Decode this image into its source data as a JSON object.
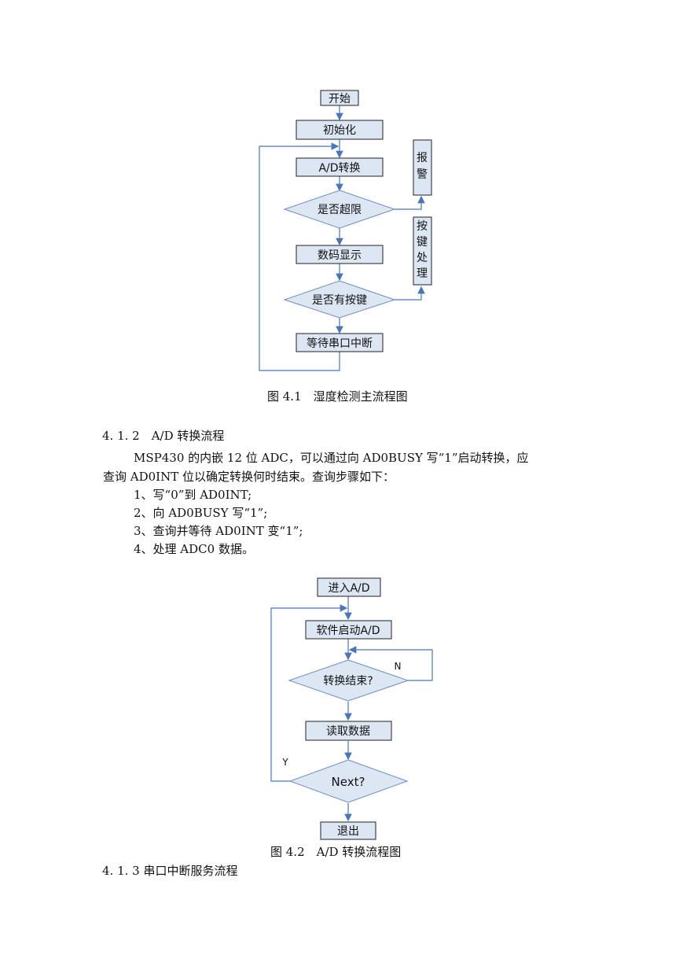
{
  "fig1": {
    "start": "开始",
    "init": "初始化",
    "ad": "A/D转换",
    "limit": "是否超限",
    "display": "数码显示",
    "key": "是否有按键",
    "wait": "等待串口中断",
    "alarm": [
      "报",
      "警"
    ],
    "keyproc": [
      "按",
      "键",
      "处",
      "理"
    ],
    "caption": "图 4.1　湿度检测主流程图"
  },
  "section_412": "4. 1. 2　A/D 转换流程",
  "para": {
    "line1": "MSP430 的内嵌 12 位 ADC，可以通过向 AD0BUSY 写“1”启动转换，应",
    "line2": "查询 AD0INT 位以确定转换何时结束。查询步骤如下：",
    "steps": [
      "1、写“0”到 AD0INT;",
      "2、向 AD0BUSY 写“1”;",
      "3、查询并等待 AD0INT 变“1”;",
      "4、处理 ADC0 数据。"
    ]
  },
  "fig2": {
    "enter": "进入A/D",
    "soft": "软件启动A/D",
    "done": "转换结束?",
    "n": "N",
    "read": "读取数据",
    "y": "Y",
    "next": "Next?",
    "exit": "退出",
    "caption": "图 4.2　A/D 转换流程图"
  },
  "section_413": "4. 1. 3 串口中断服务流程"
}
